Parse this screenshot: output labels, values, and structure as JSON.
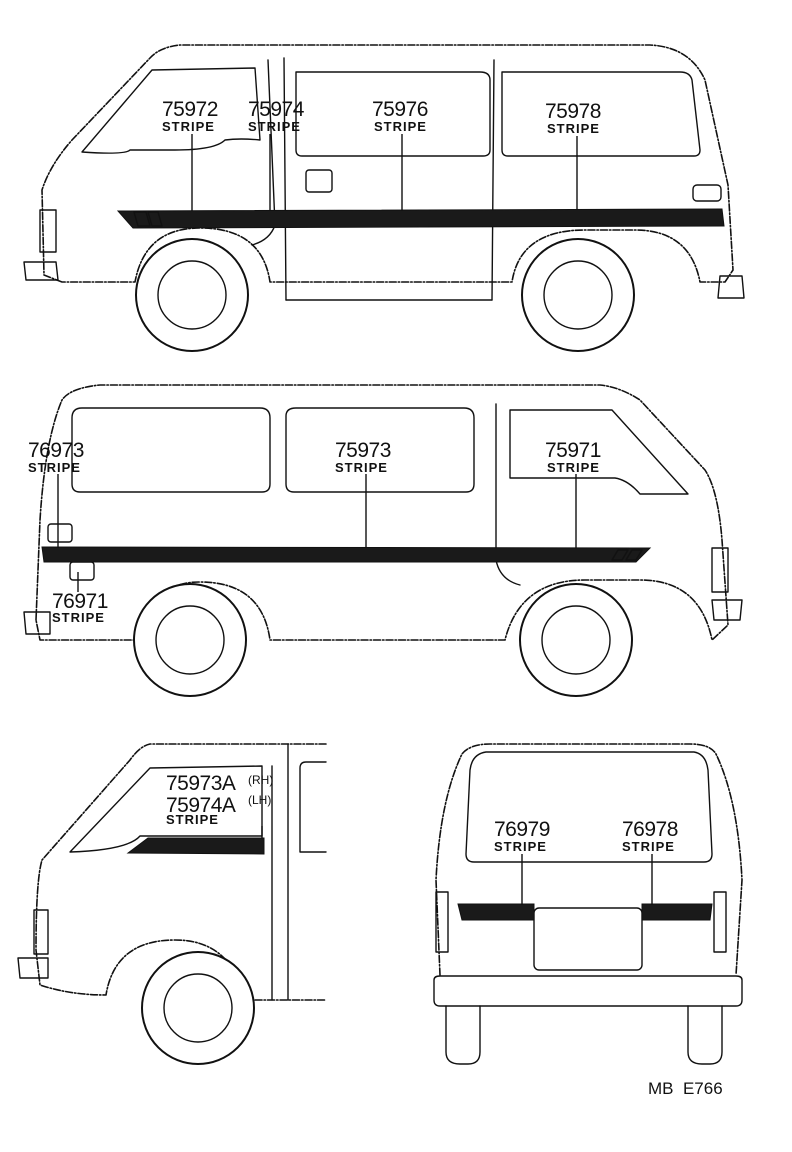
{
  "callouts": {
    "p75972": {
      "number": "75972",
      "label": "STRIPE"
    },
    "p75974": {
      "number": "75974",
      "label": "STRIPE"
    },
    "p75976": {
      "number": "75976",
      "label": "STRIPE"
    },
    "p75978": {
      "number": "75978",
      "label": "STRIPE"
    },
    "p76973": {
      "number": "76973",
      "label": "STRIPE"
    },
    "p75973": {
      "number": "75973",
      "label": "STRIPE"
    },
    "p75971": {
      "number": "75971",
      "label": "STRIPE"
    },
    "p76971": {
      "number": "76971",
      "label": "STRIPE"
    },
    "p75973A": {
      "number": "75973A",
      "suffix": "(RH)"
    },
    "p75974A": {
      "number": "75974A",
      "suffix": "(LH)",
      "label": "STRIPE"
    },
    "p76979": {
      "number": "76979",
      "label": "STRIPE"
    },
    "p76978": {
      "number": "76978",
      "label": "STRIPE"
    }
  },
  "diagram_code": "MB  E766"
}
